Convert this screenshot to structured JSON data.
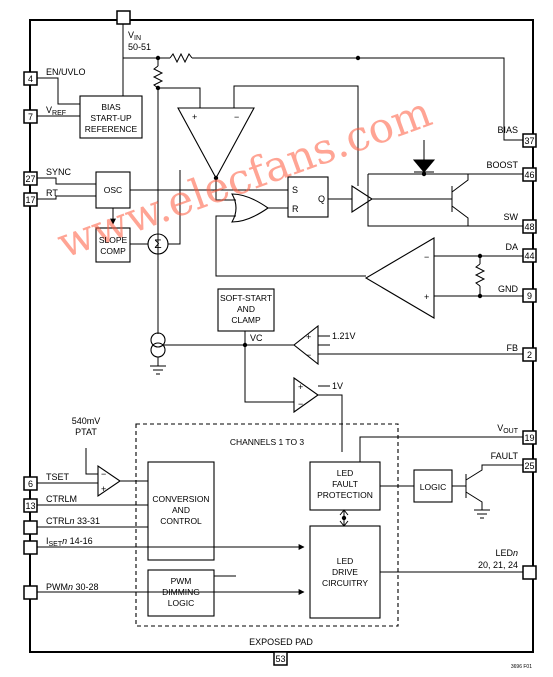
{
  "watermark": "www.elecfans.com",
  "pins": {
    "vin": {
      "name": "V",
      "sub": "IN",
      "num": "50-51"
    },
    "en": {
      "name": "EN/UVLO",
      "num": "4"
    },
    "vref": {
      "name": "V",
      "sub": "REF",
      "num": "7"
    },
    "sync": {
      "name": "SYNC",
      "num": "27"
    },
    "rt": {
      "name": "RT",
      "num": "17"
    },
    "tset": {
      "name": "TSET",
      "num": "6"
    },
    "ctrlm": {
      "name": "CTRLM",
      "num": "13"
    },
    "ctrln": {
      "name": "CTRL",
      "italic": "n",
      "num": "33-31"
    },
    "isetn": {
      "name": "I",
      "sub": "SET",
      "italic": "n",
      "num": "14-16"
    },
    "pwmn": {
      "name": "PWM",
      "italic": "n",
      "num": "30-28"
    },
    "bias": {
      "name": "BIAS",
      "num": "37"
    },
    "boost": {
      "name": "BOOST",
      "num": "46"
    },
    "sw": {
      "name": "SW",
      "num": "48"
    },
    "da": {
      "name": "DA",
      "num": "44"
    },
    "gnd": {
      "name": "GND",
      "num": "9"
    },
    "fb": {
      "name": "FB",
      "num": "2"
    },
    "vout": {
      "name": "V",
      "sub": "OUT",
      "num": "19"
    },
    "fault": {
      "name": "FAULT",
      "num": "25"
    },
    "ledn": {
      "name": "LED",
      "italic": "n",
      "num": "20, 21, 24"
    },
    "exposed": {
      "name": "EXPOSED PAD",
      "num": "53"
    }
  },
  "blocks": {
    "bias_ref": [
      "BIAS",
      "START-UP",
      "REFERENCE"
    ],
    "osc": "OSC",
    "slope": [
      "SLOPE",
      "COMP"
    ],
    "softstart": [
      "SOFT-START",
      "AND",
      "CLAMP"
    ],
    "conversion": [
      "CONVERSION",
      "AND",
      "CONTROL"
    ],
    "pwm_dimming": [
      "PWM",
      "DIMMING",
      "LOGIC"
    ],
    "led_fault": [
      "LED",
      "FAULT",
      "PROTECTION"
    ],
    "led_drive": [
      "LED",
      "DRIVE",
      "CIRCUITRY"
    ],
    "logic": "LOGIC",
    "channels": "CHANNELS 1 TO 3"
  },
  "labels": {
    "vc": "VC",
    "ref_121": "1.21V",
    "ref_1v": "1V",
    "ptat": [
      "540mV",
      "PTAT"
    ],
    "sr_s": "S",
    "sr_r": "R",
    "sr_q": "Q",
    "sigma": "Σ",
    "plus": "+",
    "minus": "−",
    "figure_id": "3696 F01"
  }
}
